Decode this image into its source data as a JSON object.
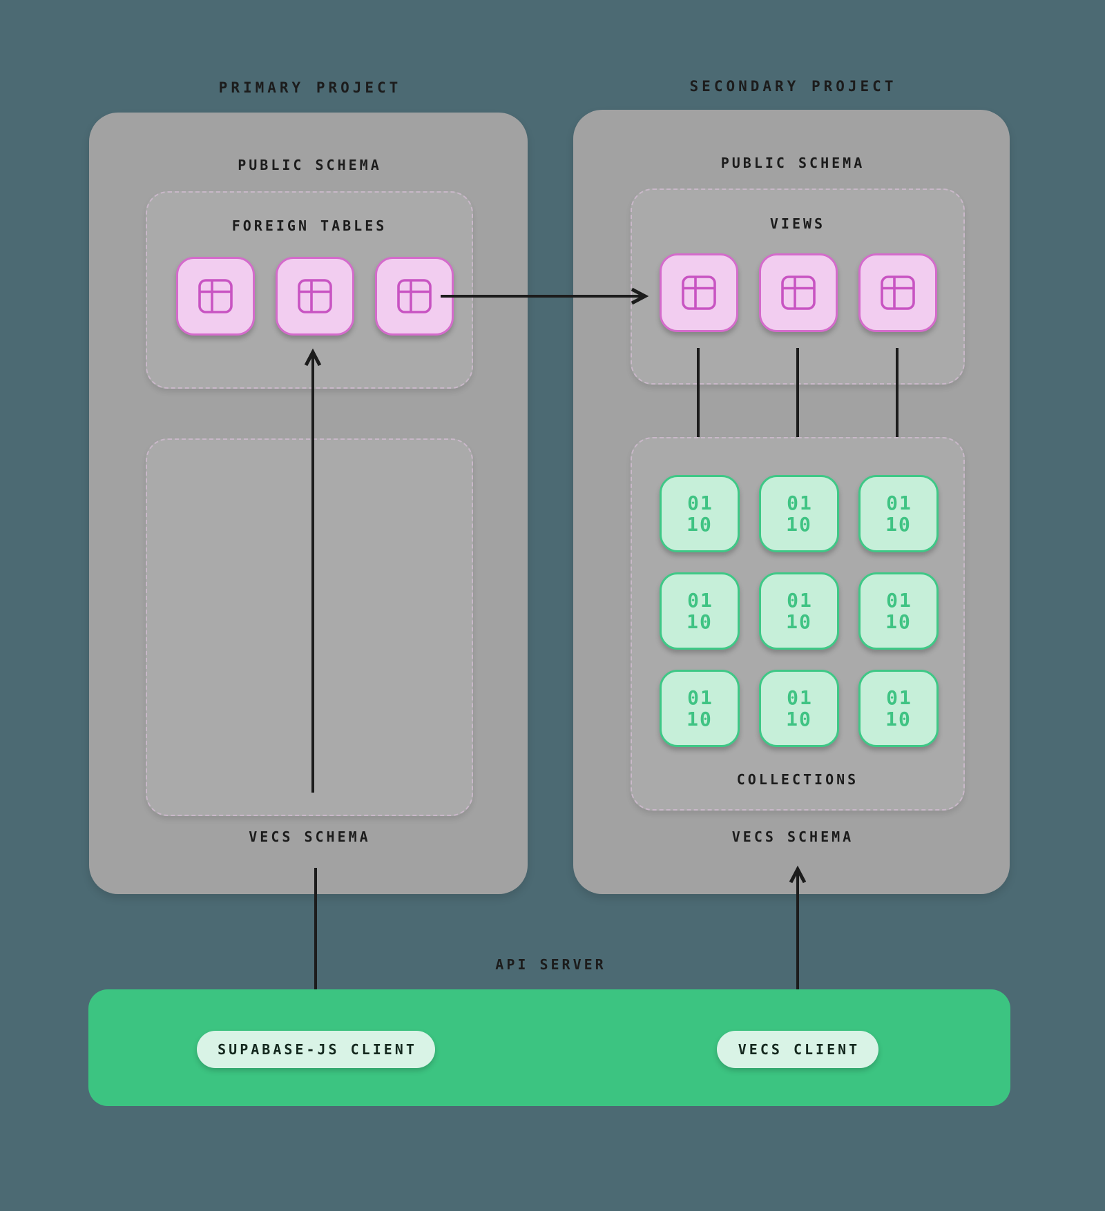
{
  "colors": {
    "background": "#4c6a73",
    "panel_gray": "#a2a2a2",
    "inner_panel_gray": "#aaaaaa",
    "pink_tile_fill": "#f2cdf0",
    "pink_tile_border": "#d46bcb",
    "pink_glyph": "#c854c2",
    "green_tile_fill": "#c6efd9",
    "green_tile_border": "#3ec886",
    "green_glyph": "#3fc383",
    "api_bar_green": "#3cc481",
    "pill_fill": "#d9f3e6",
    "text_dark": "#1c1c1c",
    "arrow_black": "#1c1c1c"
  },
  "primary_project": {
    "title": "PRIMARY PROJECT",
    "public_schema_label": "PUBLIC SCHEMA",
    "foreign_tables": {
      "label": "FOREIGN TABLES",
      "count": 3
    },
    "vecs_schema_label": "VECS SCHEMA"
  },
  "secondary_project": {
    "title": "SECONDARY PROJECT",
    "public_schema_label": "PUBLIC SCHEMA",
    "views": {
      "label": "VIEWS",
      "count": 3
    },
    "collections": {
      "label": "COLLECTIONS",
      "count": 9
    },
    "vecs_schema_label": "VECS SCHEMA"
  },
  "binary_glyph": {
    "line1": "01",
    "line2": "10"
  },
  "icons": {
    "table_icon": "table-icon",
    "binary_icon": "binary-icon"
  },
  "api_server": {
    "label": "API SERVER",
    "clients": [
      {
        "label": "SUPABASE-JS CLIENT"
      },
      {
        "label": "VECS CLIENT"
      }
    ]
  }
}
